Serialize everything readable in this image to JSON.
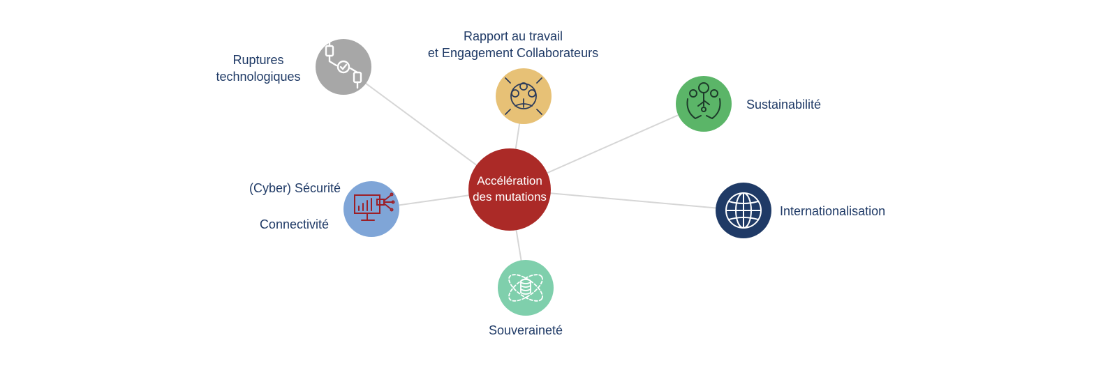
{
  "center": {
    "line1": "Accélération",
    "line2": "des mutations",
    "color": "#ab2a27"
  },
  "nodes": {
    "ruptures": {
      "line1": "Ruptures",
      "line2": "technologiques",
      "color": "#a7a7a7",
      "icon": "blockchain-icon"
    },
    "rapport": {
      "line1": "Rapport au travail",
      "line2": "et Engagement Collaborateurs",
      "color": "#e7c176",
      "icon": "team-meeting-icon"
    },
    "sustain": {
      "line1": "Sustainabilité",
      "color": "#5bb568",
      "icon": "hands-plant-icon"
    },
    "cyber": {
      "line1": "(Cyber) Sécurité",
      "line2": "Connectivité",
      "color": "#7fa5d7",
      "icon": "computer-network-icon"
    },
    "international": {
      "line1": "Internationalisation",
      "color": "#1f3a66",
      "icon": "globe-icon"
    },
    "souverain": {
      "line1": "Souveraineté",
      "color": "#7fcfac",
      "icon": "database-orbit-icon"
    }
  },
  "colors": {
    "text": "#1f3a66",
    "edge": "#d6d6d6"
  }
}
